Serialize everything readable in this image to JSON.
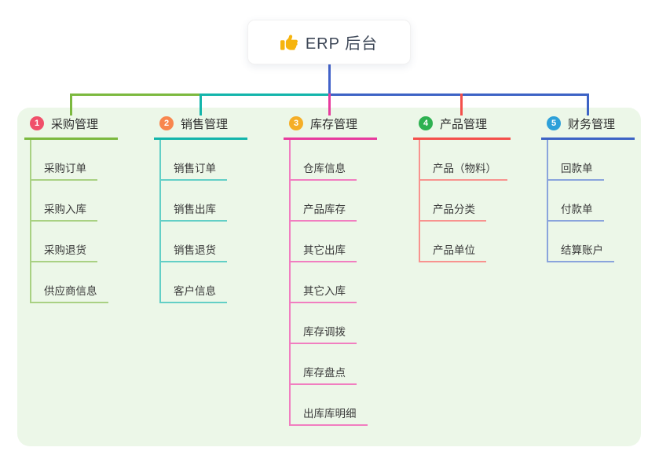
{
  "root": {
    "label": "ERP 后台",
    "icon": "thumbs-up",
    "stem_color": "#4262c9",
    "icon_color": "#f6b40e"
  },
  "canvas": {
    "background_color": "#ffffff",
    "panel_color": "#ecf7e8"
  },
  "branches": [
    {
      "index": "1",
      "label": "采购管理",
      "badge_color": "#f0506a",
      "line_color": "#7cb93f",
      "child_line_color": "#a9d183",
      "children": [
        "采购订单",
        "采购入库",
        "采购退货",
        "供应商信息"
      ]
    },
    {
      "index": "2",
      "label": "销售管理",
      "badge_color": "#f8864e",
      "line_color": "#13b5ab",
      "child_line_color": "#63cfc6",
      "children": [
        "销售订单",
        "销售出库",
        "销售退货",
        "客户信息"
      ]
    },
    {
      "index": "3",
      "label": "库存管理",
      "badge_color": "#f5ae27",
      "line_color": "#e73b9e",
      "child_line_color": "#f17ec0",
      "children": [
        "仓库信息",
        "产品库存",
        "其它出库",
        "其它入库",
        "库存调拨",
        "库存盘点",
        "出库库明细"
      ]
    },
    {
      "index": "4",
      "label": "产品管理",
      "badge_color": "#2eb151",
      "line_color": "#f4504b",
      "child_line_color": "#f8938f",
      "children": [
        "产品（物料）",
        "产品分类",
        "产品单位"
      ]
    },
    {
      "index": "5",
      "label": "财务管理",
      "badge_color": "#2da0d9",
      "line_color": "#3d63c5",
      "child_line_color": "#8aa4dc",
      "children": [
        "回款单",
        "付款单",
        "结算账户"
      ]
    }
  ]
}
